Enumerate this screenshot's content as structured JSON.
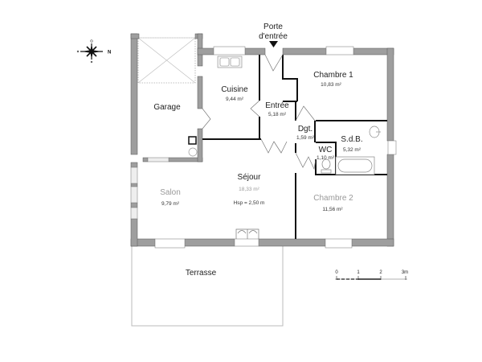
{
  "plan": {
    "entrance": {
      "label": "Porte d'entrée",
      "line1": "Porte",
      "line2": "d'entrée"
    },
    "rooms": [
      {
        "id": "garage",
        "name": "Garage",
        "area": ""
      },
      {
        "id": "cuisine",
        "name": "Cuisine",
        "area": "9,44 m²"
      },
      {
        "id": "entree",
        "name": "Entrée",
        "area": "5,18 m²"
      },
      {
        "id": "chambre1",
        "name": "Chambre 1",
        "area": "10,83 m²"
      },
      {
        "id": "dgt",
        "name": "Dgt.",
        "area": "1,59 m²"
      },
      {
        "id": "sdb",
        "name": "S.d.B.",
        "area": "5,32 m²"
      },
      {
        "id": "wc",
        "name": "WC",
        "area": "1,10 m²"
      },
      {
        "id": "sejour",
        "name": "Séjour",
        "area": "18,33 m²",
        "note": "Hsp = 2,50 m"
      },
      {
        "id": "salon",
        "name": "Salon",
        "area": "9,79 m²"
      },
      {
        "id": "chambre2",
        "name": "Chambre 2",
        "area": "11,56 m²"
      },
      {
        "id": "terrasse",
        "name": "Terrasse",
        "area": ""
      }
    ],
    "scale": {
      "ticks": [
        "0",
        "1",
        "2",
        "3m"
      ]
    },
    "compass": {
      "north": "N"
    },
    "colors": {
      "wall": "#9e9e9e",
      "wall_edge": "#555555",
      "partition": "#111111",
      "fixture": "#888888"
    }
  }
}
